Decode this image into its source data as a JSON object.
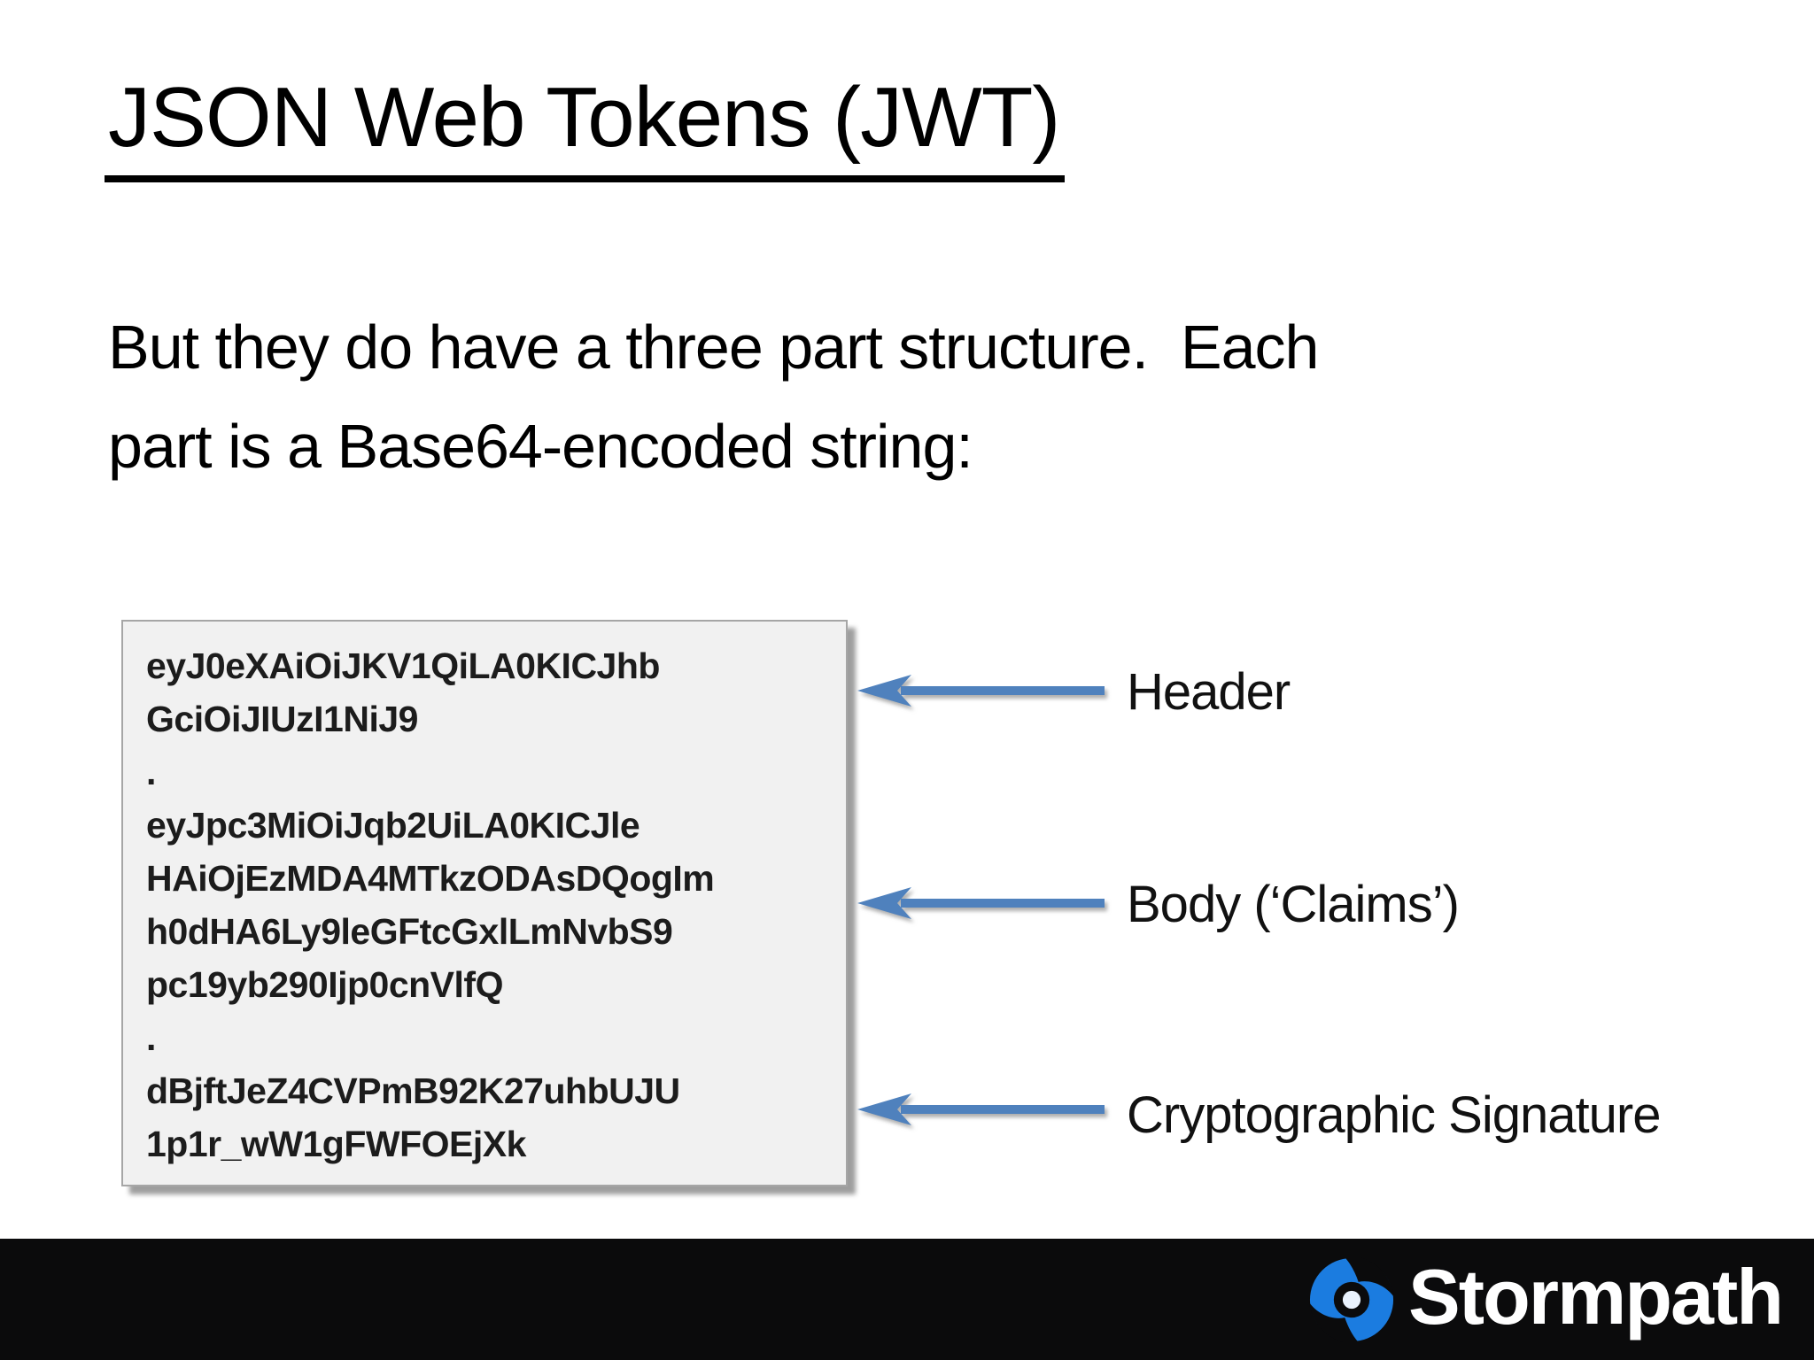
{
  "slide": {
    "title": "JSON Web Tokens (JWT)",
    "body_lines": [
      "But they do have a three part structure.  Each",
      "part is a Base64-encoded string:"
    ]
  },
  "token_box": {
    "lines": [
      "eyJ0eXAiOiJKV1QiLA0KICJhb",
      "GciOiJIUzI1NiJ9",
      ".",
      "eyJpc3MiOiJqb2UiLA0KICJle",
      "HAiOjEzMDA4MTkzODAsDQogIm",
      "h0dHA6Ly9leGFtcGxlLmNvbS9",
      "pc19yb290Ijp0cnVlfQ",
      ".",
      "dBjftJeZ4CVPmB92K27uhbUJU",
      "1p1r_wW1gFWFOEjXk"
    ]
  },
  "annotations": [
    {
      "label": "Header"
    },
    {
      "label": "Body (‘Claims’)"
    },
    {
      "label": "Cryptographic Signature"
    }
  ],
  "footer": {
    "brand": "Stormpath"
  },
  "colors": {
    "arrow_blue": "#4f81bd",
    "box_fill": "#f1f1f1",
    "box_border": "#a6a6a6",
    "footer_bg": "#0b0b0c",
    "logo_blue": "#1b7ce0",
    "text_black": "#000000"
  }
}
